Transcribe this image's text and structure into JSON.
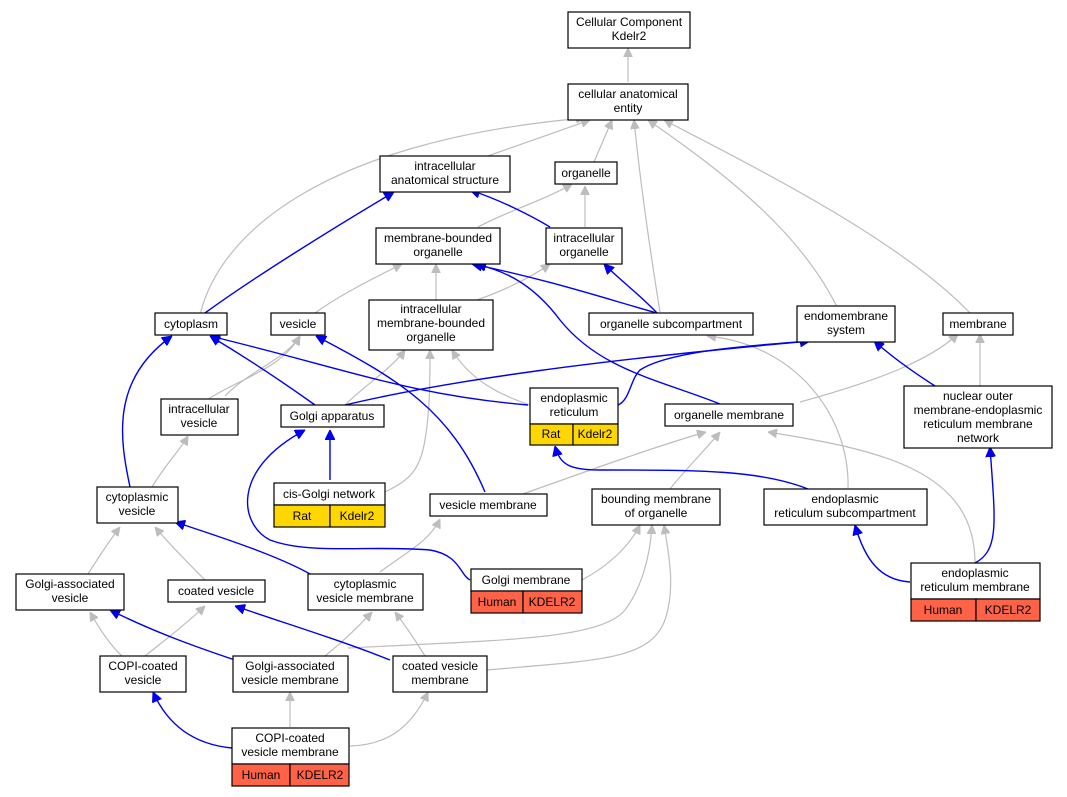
{
  "colors": {
    "is_a_edge": "#bdbdbd",
    "part_of_edge": "#0000ee",
    "rat_annotation": "#ffd700",
    "human_annotation": "#ff6347",
    "node_fill": "#ffffff",
    "node_border": "#000000"
  },
  "nodes": {
    "root": {
      "line1": "Cellular Component",
      "line2": "Kdelr2"
    },
    "cellular_anatomical_entity": {
      "line1": "cellular anatomical",
      "line2": "entity"
    },
    "intracellular_anatomical_structure": {
      "line1": "intracellular",
      "line2": "anatomical structure"
    },
    "organelle": {
      "line1": "organelle"
    },
    "membrane_bounded_organelle": {
      "line1": "membrane-bounded",
      "line2": "organelle"
    },
    "intracellular_organelle": {
      "line1": "intracellular",
      "line2": "organelle"
    },
    "cytoplasm": {
      "line1": "cytoplasm"
    },
    "vesicle": {
      "line1": "vesicle"
    },
    "intracellular_membrane_bounded_organelle": {
      "line1": "intracellular",
      "line2": "membrane-bounded",
      "line3": "organelle"
    },
    "organelle_subcompartment": {
      "line1": "organelle subcompartment"
    },
    "endomembrane_system": {
      "line1": "endomembrane",
      "line2": "system"
    },
    "membrane": {
      "line1": "membrane"
    },
    "intracellular_vesicle": {
      "line1": "intracellular",
      "line2": "vesicle"
    },
    "golgi_apparatus": {
      "line1": "Golgi apparatus"
    },
    "endoplasmic_reticulum": {
      "line1": "endoplasmic",
      "line2": "reticulum",
      "species": "Rat",
      "gene": "Kdelr2"
    },
    "organelle_membrane": {
      "line1": "organelle membrane"
    },
    "nuclear_outer_membrane": {
      "line1": "nuclear outer",
      "line2": "membrane-endoplasmic",
      "line3": "reticulum membrane",
      "line4": "network"
    },
    "cis_golgi_network": {
      "line1": "cis-Golgi network",
      "species": "Rat",
      "gene": "Kdelr2"
    },
    "vesicle_membrane": {
      "line1": "vesicle membrane"
    },
    "bounding_membrane_of_organelle": {
      "line1": "bounding membrane",
      "line2": "of organelle"
    },
    "er_subcompartment": {
      "line1": "endoplasmic",
      "line2": "reticulum subcompartment"
    },
    "cytoplasmic_vesicle": {
      "line1": "cytoplasmic",
      "line2": "vesicle"
    },
    "golgi_membrane": {
      "line1": "Golgi membrane",
      "species": "Human",
      "gene": "KDELR2"
    },
    "er_membrane": {
      "line1": "endoplasmic",
      "line2": "reticulum membrane",
      "species": "Human",
      "gene": "KDELR2"
    },
    "golgi_associated_vesicle": {
      "line1": "Golgi-associated",
      "line2": "vesicle"
    },
    "coated_vesicle": {
      "line1": "coated vesicle"
    },
    "cytoplasmic_vesicle_membrane": {
      "line1": "cytoplasmic",
      "line2": "vesicle membrane"
    },
    "copi_coated_vesicle": {
      "line1": "COPI-coated",
      "line2": "vesicle"
    },
    "golgi_associated_vesicle_membrane": {
      "line1": "Golgi-associated",
      "line2": "vesicle membrane"
    },
    "coated_vesicle_membrane": {
      "line1": "coated vesicle",
      "line2": "membrane"
    },
    "copi_coated_vesicle_membrane": {
      "line1": "COPI-coated",
      "line2": "vesicle membrane",
      "species": "Human",
      "gene": "KDELR2"
    }
  }
}
